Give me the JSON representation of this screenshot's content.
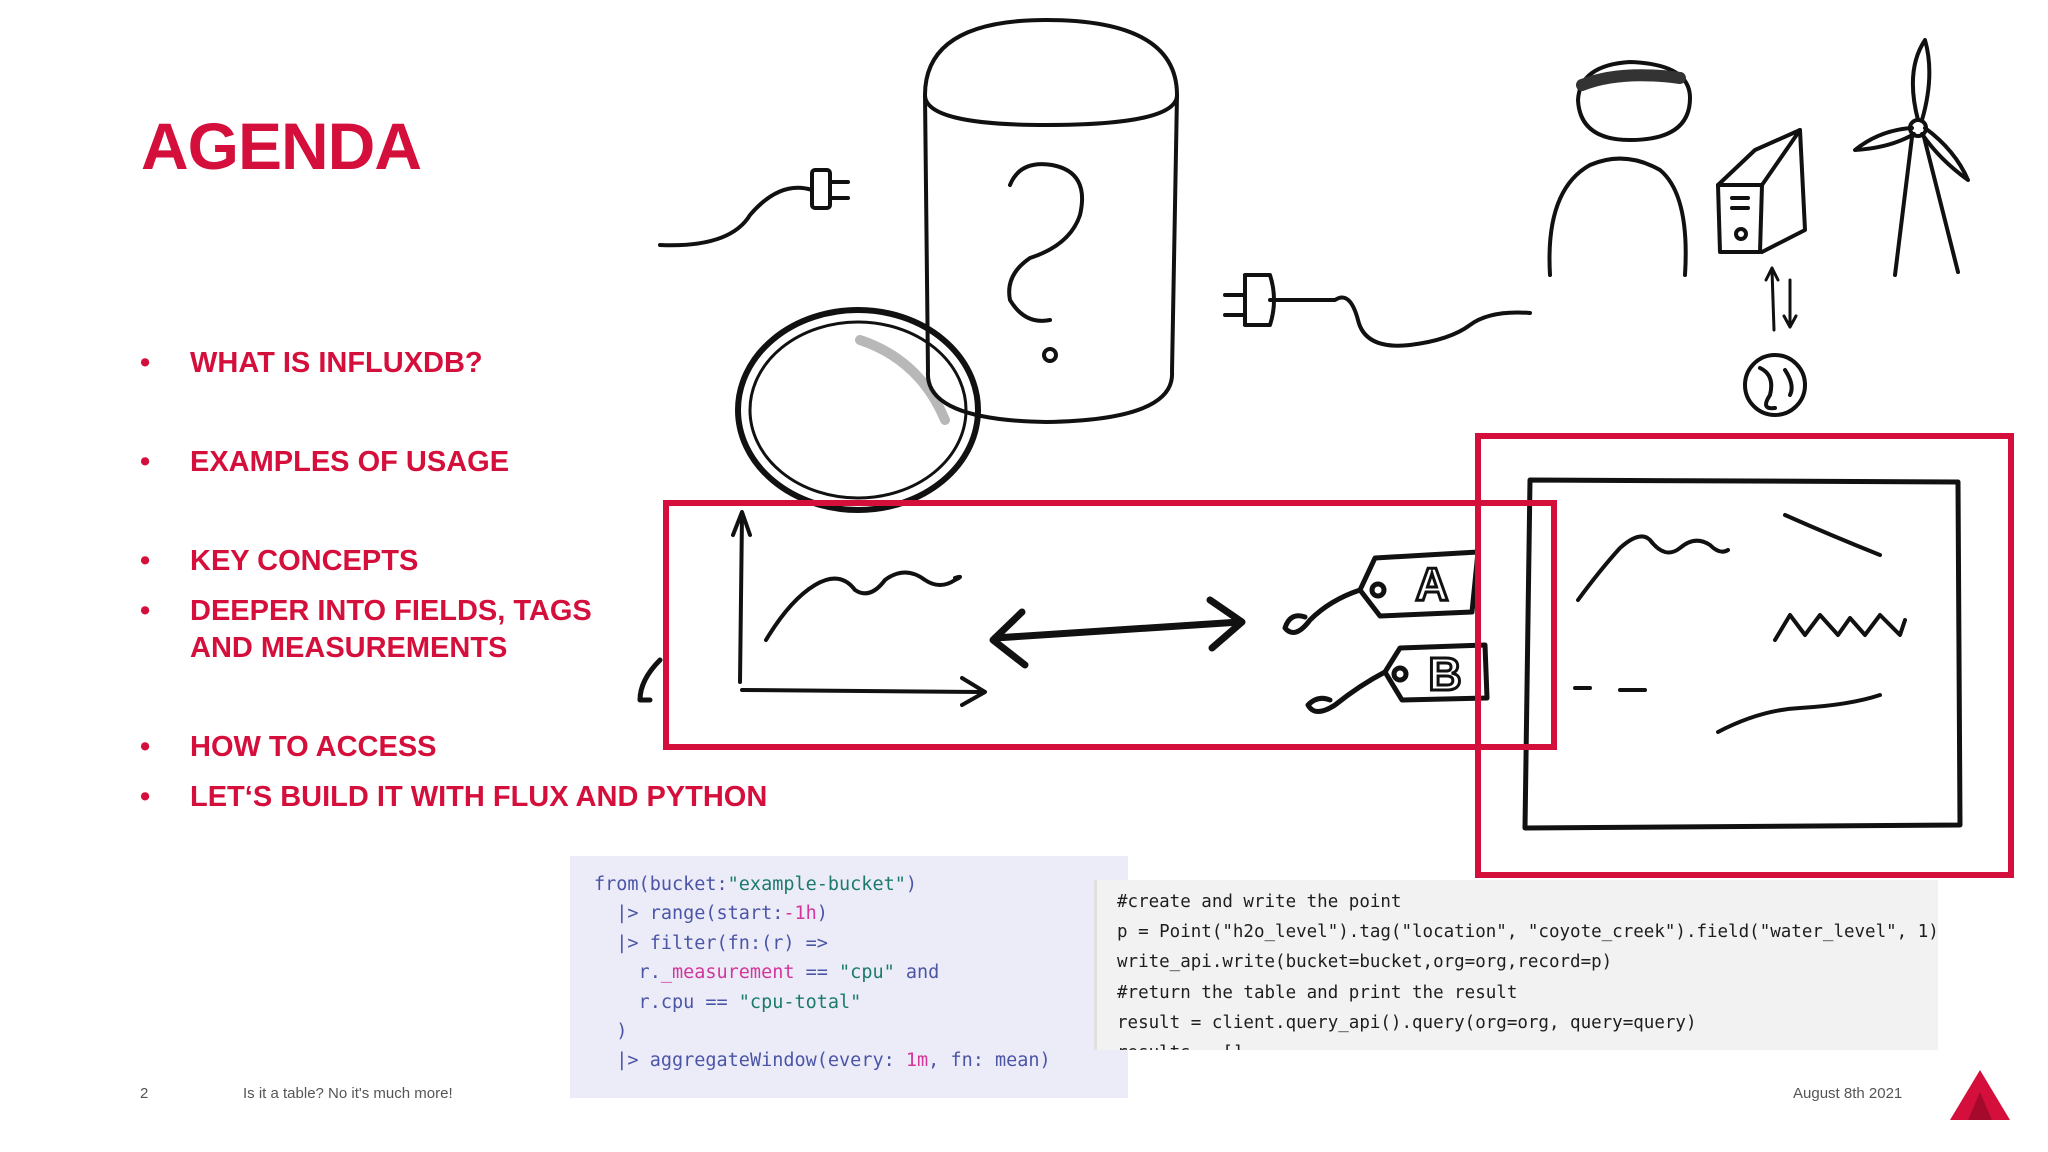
{
  "slide": {
    "title": "AGENDA",
    "bullet": "•",
    "agenda": [
      "WHAT IS INFLUXDB?",
      "EXAMPLES OF USAGE",
      "KEY CONCEPTS",
      "DEEPER INTO FIELDS, TAGS",
      "AND MEASUREMENTS",
      "HOW TO ACCESS",
      "LET‘S BUILD IT WITH FLUX AND PYTHON"
    ],
    "page_number": "2",
    "footer": "Is it a table? No it's much more!",
    "date": "August 8th 2021",
    "accent_color": "#d50f3c"
  },
  "sketch": {
    "tag_a": "A",
    "tag_b": "B"
  },
  "flux_code": {
    "l1_fn": "from(bucket:",
    "l1_str": "\"example-bucket\"",
    "l1_end": ")",
    "l2_pipe": "  |> ",
    "l2_fn": "range(start:",
    "l2_num": "-1h",
    "l2_end": ")",
    "l3_pipe": "  |> ",
    "l3_fn": "filter(fn:(r) =>",
    "l4_a": "    r.",
    "l4_field": "_measurement",
    "l4_op": " == ",
    "l4_str": "\"cpu\"",
    "l4_and": " and",
    "l5_a": "    r.cpu == ",
    "l5_str": "\"cpu-total\"",
    "l6": "  )",
    "l7_pipe": "  |> ",
    "l7_fn": "aggregateWindow(every: ",
    "l7_num": "1m",
    "l7_end": ", fn: mean)"
  },
  "python_code": [
    "#create and write the point",
    "p = Point(\"h2o_level\").tag(\"location\", \"coyote_creek\").field(\"water_level\", 1)",
    "write_api.write(bucket=bucket,org=org,record=p)",
    "#return the table and print the result",
    "result = client.query_api().query(org=org, query=query)",
    "results = []"
  ]
}
